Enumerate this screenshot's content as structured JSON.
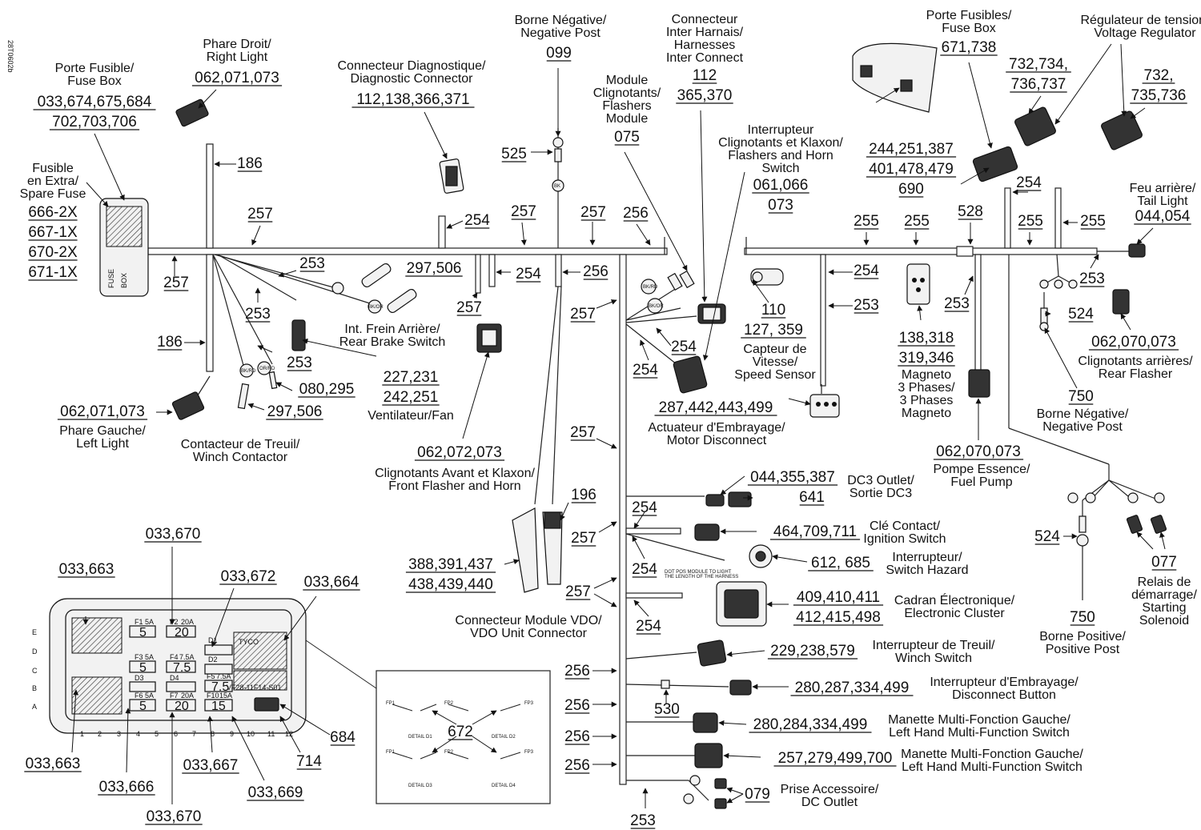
{
  "figure_code": "28T0602b",
  "labels": {
    "fuse_box_left": {
      "lines": [
        "Porte Fusible/",
        "Fuse Box"
      ],
      "numbers": [
        "033,674,675,684",
        "702,703,706"
      ]
    },
    "spare_fuse": {
      "lines": [
        "Fusible",
        "en Extra/",
        "Spare Fuse"
      ],
      "numbers": [
        "666-2X",
        "667-1X",
        "670-2X",
        "671-1X"
      ]
    },
    "right_light": {
      "lines": [
        "Phare Droit/",
        "Right Light"
      ],
      "numbers": [
        "062,071,073"
      ]
    },
    "diag_connector": {
      "lines": [
        "Connecteur Diagnostique/",
        "Diagnostic Connector"
      ],
      "numbers": [
        "112,138,366,371"
      ]
    },
    "negative_post_top": {
      "lines": [
        "Borne Négative/",
        "Negative Post"
      ],
      "numbers": [
        "099"
      ]
    },
    "flashers_module": {
      "lines": [
        "Module",
        "Clignotants/",
        "Flashers",
        "Module"
      ],
      "numbers": [
        "075"
      ]
    },
    "inter_harness": {
      "lines": [
        "Connecteur",
        "Inter Harnais/",
        "Harnesses",
        "Inter Connect"
      ],
      "numbers": [
        "112",
        "365,370"
      ]
    },
    "flasher_horn_switch": {
      "lines": [
        "Interrupteur",
        "Clignotants et Klaxon/",
        "Flashers and Horn",
        "Switch"
      ],
      "numbers": [
        "061,066",
        "073"
      ]
    },
    "fuse_box_right": {
      "lines": [
        "Porte Fusibles/",
        "Fuse Box"
      ],
      "numbers": [
        "671,738"
      ]
    },
    "voltage_regulator": {
      "lines": [
        "Régulateur de tension/",
        "Voltage Regulator"
      ],
      "numbers": []
    },
    "reg_numbers_a": {
      "numbers": [
        "732,734,",
        "736,737"
      ]
    },
    "reg_numbers_b": {
      "numbers": [
        "732,",
        "735,736"
      ]
    },
    "fusebox_conn_numbers": {
      "numbers": [
        "244,251,387",
        "401,478,479",
        "690"
      ]
    },
    "tail_light": {
      "lines": [
        "Feu arrière/",
        "Tail Light"
      ],
      "numbers": [
        "044,054"
      ]
    },
    "rear_brake_switch": {
      "lines": [
        "Int. Frein Arrière/",
        "Rear Brake Switch"
      ],
      "numbers": [
        "297,506"
      ]
    },
    "fan": {
      "lines": [
        "Ventilateur/Fan"
      ],
      "numbers": [
        "227,231",
        "242,251"
      ]
    },
    "left_light": {
      "lines": [
        "Phare Gauche/",
        "Left Light"
      ],
      "numbers": [
        "062,071,073"
      ]
    },
    "winch_contactor": {
      "lines": [
        "Contacteur de Treuil/",
        "Winch Contactor"
      ],
      "numbers": [
        "080,295",
        "297,506"
      ]
    },
    "front_flasher_horn": {
      "lines": [
        "Clignotants Avant et Klaxon/",
        "Front Flasher and Horn"
      ],
      "numbers": [
        "062,072,073"
      ]
    },
    "speed_sensor": {
      "lines": [
        "Capteur de",
        "Vitesse/",
        "Speed Sensor"
      ],
      "numbers": [
        "110",
        "127, 359"
      ]
    },
    "motor_disconnect": {
      "lines": [
        "Actuateur d'Embrayage/",
        "Motor Disconnect"
      ],
      "numbers": [
        "287,442,443,499"
      ]
    },
    "magneto": {
      "lines": [
        "Magneto",
        "3 Phases/",
        "3 Phases",
        "Magneto"
      ],
      "numbers": [
        "138,318",
        "319,346"
      ]
    },
    "fuel_pump": {
      "lines": [
        "Pompe Essence/",
        "Fuel Pump"
      ],
      "numbers": [
        "062,070,073"
      ]
    },
    "rear_flasher": {
      "lines": [
        "Clignotants arrières/",
        "Rear Flasher"
      ],
      "numbers": [
        "062,070,073"
      ]
    },
    "negative_post_right": {
      "lines": [
        "Borne Négative/",
        "Negative Post"
      ],
      "numbers": [
        "750",
        "524"
      ]
    },
    "vdo_connector": {
      "lines": [
        "Connecteur Module VDO/",
        "VDO Unit Connector"
      ],
      "numbers": [
        "388,391,437",
        "438,439,440",
        "196"
      ]
    },
    "dc3_outlet": {
      "lines": [
        "DC3 Outlet/",
        "Sortie DC3"
      ],
      "numbers": [
        "044,355,387",
        "641"
      ]
    },
    "ignition_switch": {
      "lines": [
        "Clé Contact/",
        "Ignition Switch"
      ],
      "numbers": [
        "464,709,711"
      ]
    },
    "switch_hazard": {
      "lines": [
        "Interrupteur/",
        "Switch Hazard"
      ],
      "numbers": [
        "612, 685"
      ]
    },
    "electronic_cluster": {
      "lines": [
        "Cadran Électronique/",
        "Electronic Cluster"
      ],
      "numbers": [
        "409,410,411",
        "412,415,498"
      ]
    },
    "winch_switch": {
      "lines": [
        "Interrupteur de Treuil/",
        "Winch Switch"
      ],
      "numbers": [
        "229,238,579"
      ]
    },
    "disconnect_button": {
      "lines": [
        "Interrupteur d'Embrayage/",
        "Disconnect Button"
      ],
      "numbers": [
        "280,287,334,499"
      ]
    },
    "lh_multifunction_a": {
      "lines": [
        "Manette Multi-Fonction Gauche/",
        "Left Hand Multi-Function Switch"
      ],
      "numbers": [
        "280,284,334,499"
      ]
    },
    "lh_multifunction_b": {
      "lines": [
        "Manette Multi-Fonction Gauche/",
        "Left Hand Multi-Function Switch"
      ],
      "numbers": [
        "257,279,499,700"
      ]
    },
    "dc_outlet": {
      "lines": [
        "Prise Accessoire/",
        "DC Outlet"
      ],
      "numbers": [
        "079"
      ]
    },
    "starting_solenoid": {
      "lines": [
        "Relais de",
        "démarrage/",
        "Starting",
        "Solenoid"
      ],
      "numbers": [
        "077",
        "524"
      ]
    },
    "positive_post": {
      "lines": [
        "Borne Positive/",
        "Positive Post"
      ],
      "numbers": [
        "750"
      ]
    }
  },
  "harness_numbers": {
    "n186a": "186",
    "n186b": "186",
    "n257a": "257",
    "n257b": "257",
    "n257c": "257",
    "n257d": "257",
    "n253a": "253",
    "n253b": "253",
    "n253c": "253",
    "n254a": "254",
    "n254b": "254",
    "n256a": "256",
    "n256b": "256",
    "n525": "525",
    "n257e": "257",
    "n257f": "257",
    "n257g": "257",
    "n257h": "257",
    "n254c": "254",
    "n254d": "254",
    "n255a": "255",
    "n255b": "255",
    "n528": "528",
    "n254e": "254",
    "n255c": "255",
    "n255d": "255",
    "n254f": "254",
    "n253d": "253",
    "n253e": "253",
    "n253f": "253",
    "n254g": "254",
    "n254h": "254",
    "n254i": "254",
    "n254j": "254",
    "n256c": "256",
    "n256d": "256",
    "n256e": "256",
    "n256f": "256",
    "n530": "530",
    "n253g": "253",
    "n257i": "257"
  },
  "fuse_box_detail": {
    "numbers": {
      "a": "033,670",
      "b": "033,663",
      "c": "033,672",
      "d": "033,664",
      "e": "033,663",
      "f": "033,666",
      "g": "033,667",
      "h": "033,670",
      "i": "033,669",
      "j": "714",
      "k": "684",
      "l": "672"
    },
    "row_letters": [
      "E",
      "D",
      "C",
      "B",
      "A"
    ],
    "col_numbers": [
      "1",
      "2",
      "3",
      "4",
      "5",
      "6",
      "7",
      "8",
      "9",
      "10",
      "11",
      "12"
    ],
    "fuses": [
      {
        "name": "F1",
        "rating": "5A",
        "value": "5"
      },
      {
        "name": "F2",
        "rating": "20A",
        "value": "20"
      },
      {
        "name": "F3",
        "rating": "5A",
        "value": "5"
      },
      {
        "name": "F4",
        "rating": "7.5A",
        "value": "7.5"
      },
      {
        "name": "F5",
        "rating": "7.5A",
        "value": "7.5"
      },
      {
        "name": "F6",
        "rating": "5A",
        "value": "5"
      },
      {
        "name": "F7",
        "rating": "20A",
        "value": "20"
      },
      {
        "name": "F10",
        "rating": "15A",
        "value": "15"
      }
    ],
    "diodes": [
      "D1",
      "D2",
      "D3",
      "D4"
    ],
    "tyco": "TYCO",
    "part_code": "VF28-11F14-S01",
    "detail_labels": [
      "DETAIL D1",
      "DETAIL D2",
      "DETAIL D3",
      "DETAIL D4"
    ]
  },
  "pin_tags": [
    "BK",
    "BK",
    "BK/OR",
    "BK/OR",
    "BK/RD",
    "GY",
    "OR/RD",
    "BK/RD",
    "BK/OR"
  ]
}
